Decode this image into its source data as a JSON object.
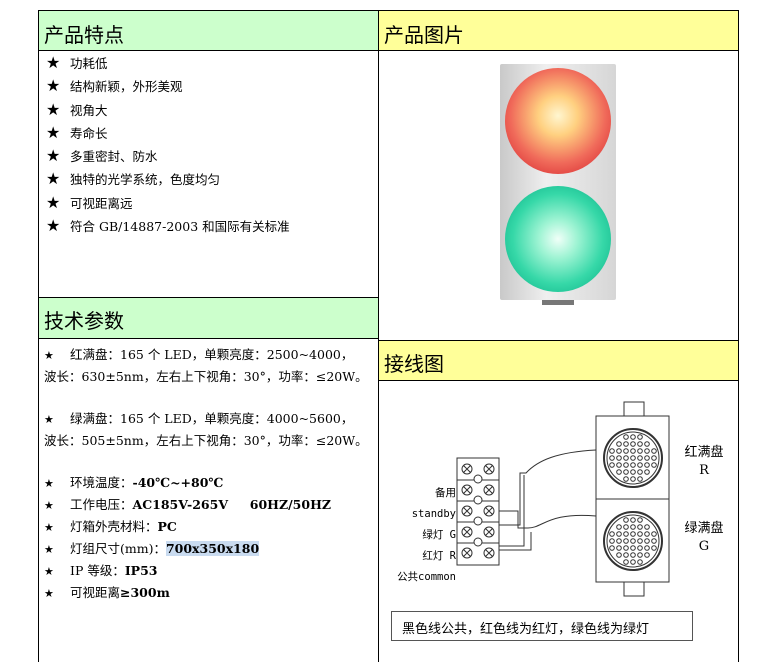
{
  "features": {
    "title": "产品特点",
    "items": [
      "功耗低",
      "结构新颖，外形美观",
      "视角大",
      "寿命长",
      "多重密封、防水",
      "独特的光学系统，色度均匀",
      "可视距离远",
      "符合 GB/14887-2003 和国际有关标准"
    ]
  },
  "picture": {
    "title": "产品图片"
  },
  "params": {
    "title": "技术参数",
    "red": {
      "line1": "红满盘：165 个 LED，单颗亮度：2500~4000，",
      "line2": "波长：630±5nm，左右上下视角：30°，功率：≤20W。"
    },
    "green": {
      "line1": "绿满盘：165 个 LED，单颗亮度：4000~5600，",
      "line2": "波长：505±5nm，左右上下视角：30°，功率：≤20W。"
    },
    "items": [
      {
        "label": "环境温度：",
        "value": "-40℃~+80℃"
      },
      {
        "label": "工作电压：",
        "value": "AC185V-265V     60HZ/50HZ"
      },
      {
        "label": "灯箱外壳材料：",
        "value": "PC"
      },
      {
        "label": "灯组尺寸(mm)：",
        "value": "700x350x180"
      },
      {
        "label": "IP 等级：",
        "value": "IP53"
      },
      {
        "label": "可视距离",
        "value": "≥300m"
      }
    ],
    "star": "★"
  },
  "wiring": {
    "title": "接线图",
    "labels": [
      "备用standby",
      "绿灯 G",
      "红灯 R",
      "公共common"
    ],
    "red_panel": "红满盘",
    "red_code": "R",
    "green_panel": "绿满盘",
    "green_code": "G",
    "note": "黑色线公共，红色线为红灯，绿色线为绿灯"
  },
  "colors": {
    "green_header": "#ccffcc",
    "yellow_header": "#ffff99"
  }
}
